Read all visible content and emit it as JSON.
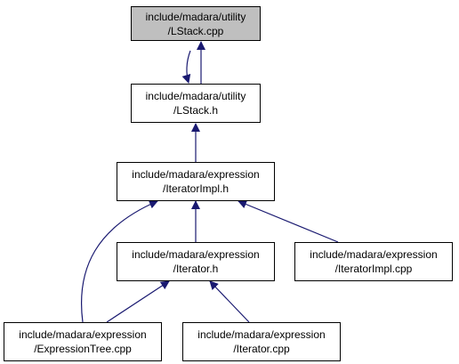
{
  "graph": {
    "edge_color": "#191970",
    "current_node_fill": "#bfbfbf",
    "nodes": {
      "lstack_cpp": {
        "line1": "include/madara/utility",
        "line2": "/LStack.cpp"
      },
      "lstack_h": {
        "line1": "include/madara/utility",
        "line2": "/LStack.h"
      },
      "iteratorimpl_h": {
        "line1": "include/madara/expression",
        "line2": "/IteratorImpl.h"
      },
      "iterator_h": {
        "line1": "include/madara/expression",
        "line2": "/Iterator.h"
      },
      "iteratorimpl_cpp": {
        "line1": "include/madara/expression",
        "line2": "/IteratorImpl.cpp"
      },
      "expressiontree_cpp": {
        "line1": "include/madara/expression",
        "line2": "/ExpressionTree.cpp"
      },
      "iterator_cpp": {
        "line1": "include/madara/expression",
        "line2": "/Iterator.cpp"
      }
    }
  }
}
